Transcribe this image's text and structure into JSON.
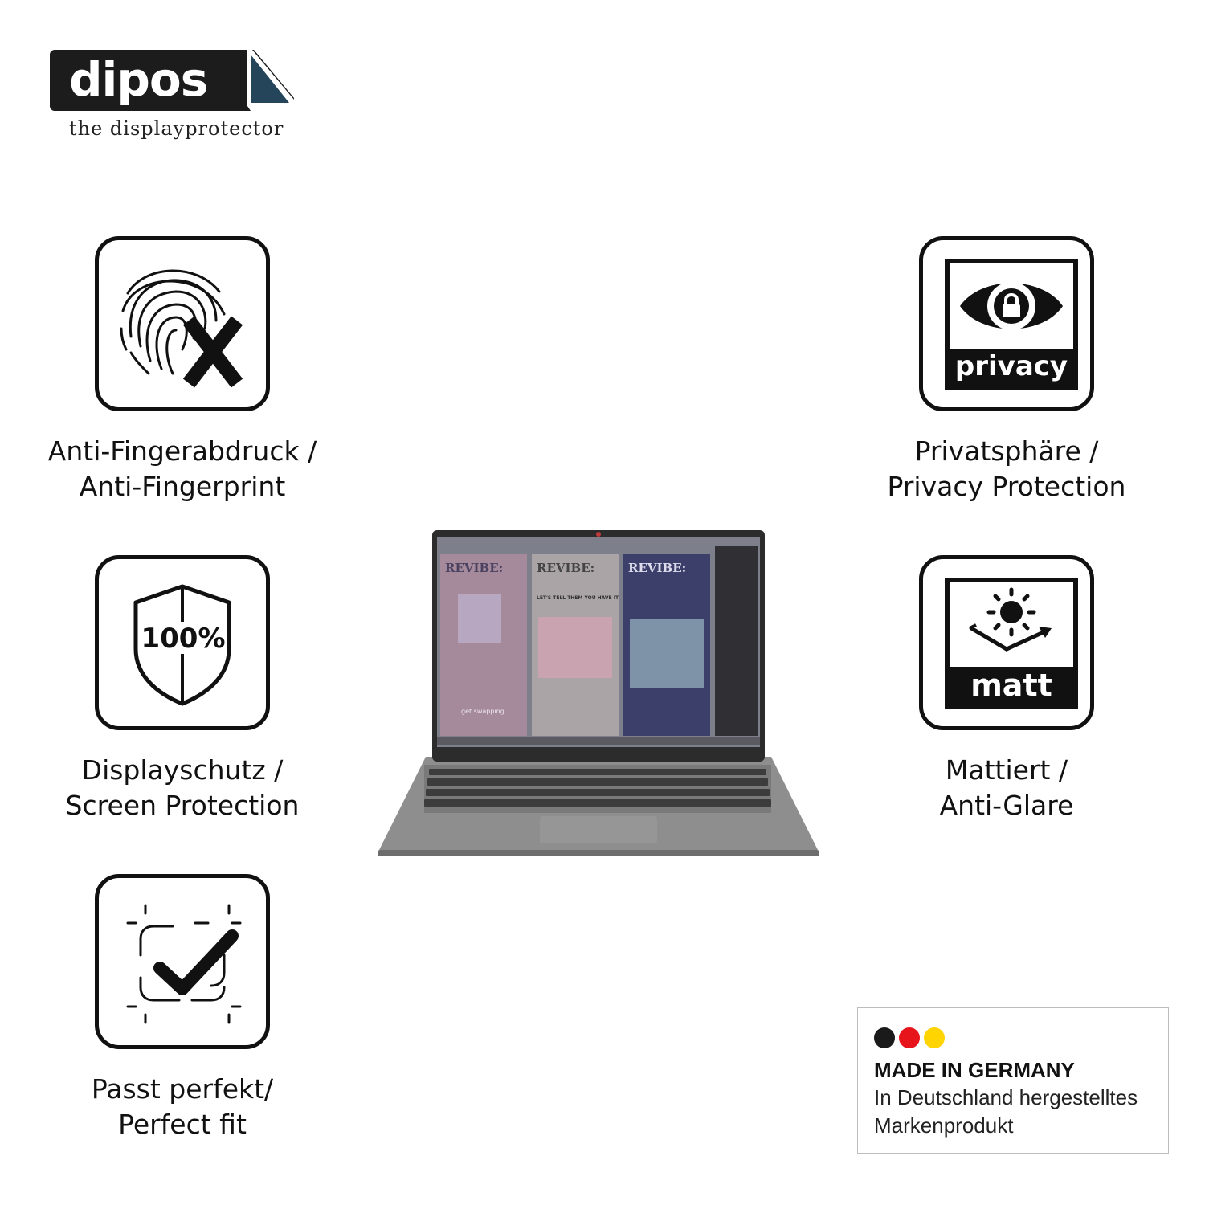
{
  "brand": {
    "name": "dipos",
    "tagline": "the displayprotector"
  },
  "features": [
    {
      "id": "anti-fingerprint",
      "icon": "fingerprint-x-icon",
      "line1": "Anti-Fingerabdruck /",
      "line2": "Anti-Fingerprint"
    },
    {
      "id": "screen-protection",
      "icon": "shield-100-icon",
      "shield_text": "100%",
      "line1": "Displayschutz /",
      "line2": "Screen Protection"
    },
    {
      "id": "perfect-fit",
      "icon": "fit-check-icon",
      "line1": "Passt perfekt/",
      "line2": "Perfect fit"
    },
    {
      "id": "privacy",
      "icon": "privacy-eye-lock-icon",
      "badge_text": "privacy",
      "line1": "Privatsphäre /",
      "line2": "Privacy Protection"
    },
    {
      "id": "matte",
      "icon": "matt-sun-icon",
      "badge_text": "matt",
      "line1": "Mattiert /",
      "line2": "Anti-Glare"
    }
  ],
  "laptop": {
    "panels": [
      "REVIBE:",
      "REVIBE:",
      "REVIBE:"
    ],
    "panel_texts": [
      "get swapping",
      "LET'S TELL THEM YOU HAVE IT"
    ]
  },
  "made_in_germany": {
    "title": "MADE IN GERMANY",
    "line1": "In Deutschland hergestelltes",
    "line2": "Markenprodukt",
    "flag_colors": [
      "#1a1a1a",
      "#e8141c",
      "#ffd400"
    ]
  }
}
